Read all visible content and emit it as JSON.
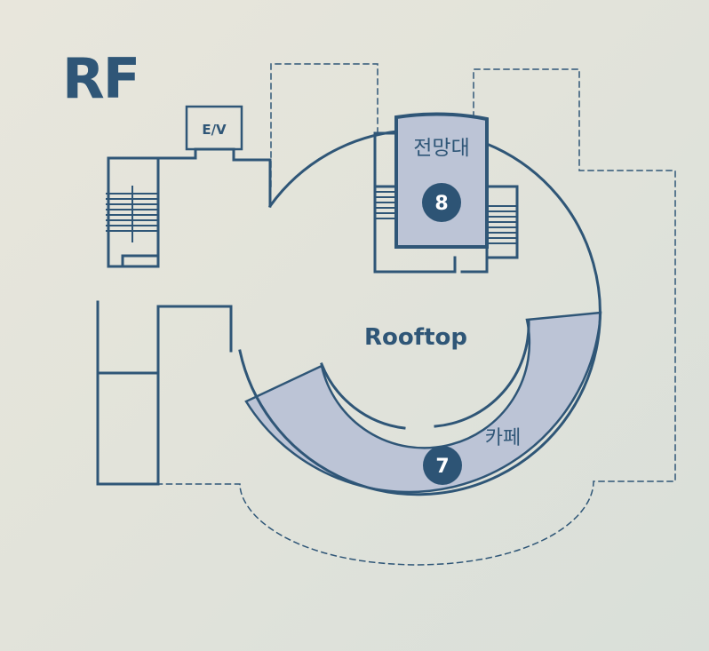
{
  "floor": "RF",
  "colors": {
    "line": "#2f5677",
    "fill": "#bcc4d6",
    "marker": "#2d5475",
    "paper": "#e6e5dc"
  },
  "rooms": {
    "elevator": "E/V",
    "center": "Rooftop",
    "observatory": {
      "name": "전망대",
      "number": "8"
    },
    "cafe": {
      "name": "카페",
      "number": "7"
    }
  }
}
